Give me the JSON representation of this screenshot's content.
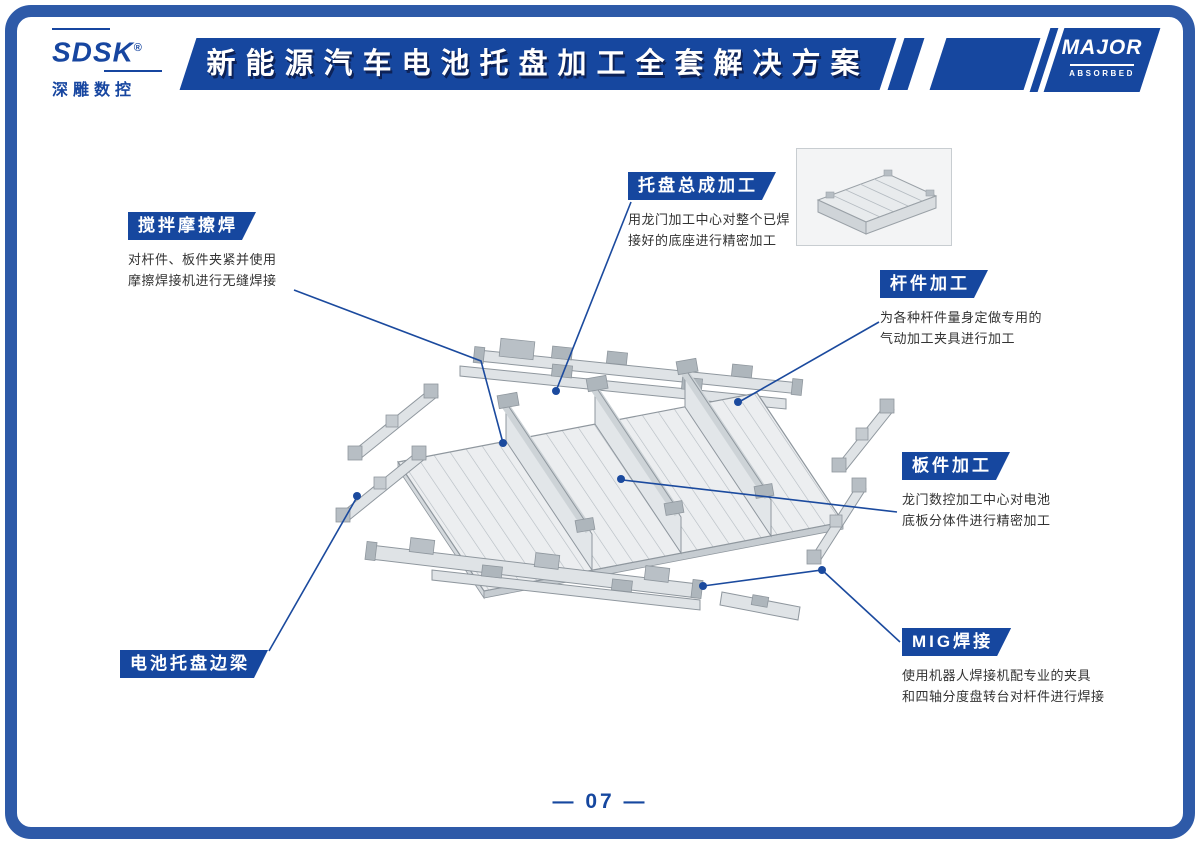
{
  "brand": {
    "logo": "SDSK",
    "reg_mark": "®",
    "subtitle": "深雕数控"
  },
  "header": {
    "title": "新能源汽车电池托盘加工全套解决方案"
  },
  "corner_logo": {
    "name": "MAJOR",
    "tagline": "ABSORBED"
  },
  "callouts": {
    "friction_stir": {
      "label": "搅拌摩擦焊",
      "desc": "对杆件、板件夹紧并使用\n摩擦焊接机进行无缝焊接"
    },
    "assembly": {
      "label": "托盘总成加工",
      "desc": "用龙门加工中心对整个已焊\n接好的底座进行精密加工"
    },
    "rod": {
      "label": "杆件加工",
      "desc": "为各种杆件量身定做专用的\n气动加工夹具进行加工"
    },
    "panel": {
      "label": "板件加工",
      "desc": "龙门数控加工中心对电池\n底板分体件进行精密加工"
    },
    "mig": {
      "label": "MIG焊接",
      "desc": "使用机器人焊接机配专业的夹具\n和四轴分度盘转台对杆件进行焊接"
    },
    "side_beam": {
      "label": "电池托盘边梁"
    }
  },
  "footer": {
    "page_number": "— 07 —"
  },
  "colors": {
    "primary_navy": "#16479f",
    "frame_blue": "#2e5aa8",
    "leader_line": "#1b4a9e",
    "part_fill": "#e2e6e9",
    "part_stroke": "#8f979e"
  }
}
